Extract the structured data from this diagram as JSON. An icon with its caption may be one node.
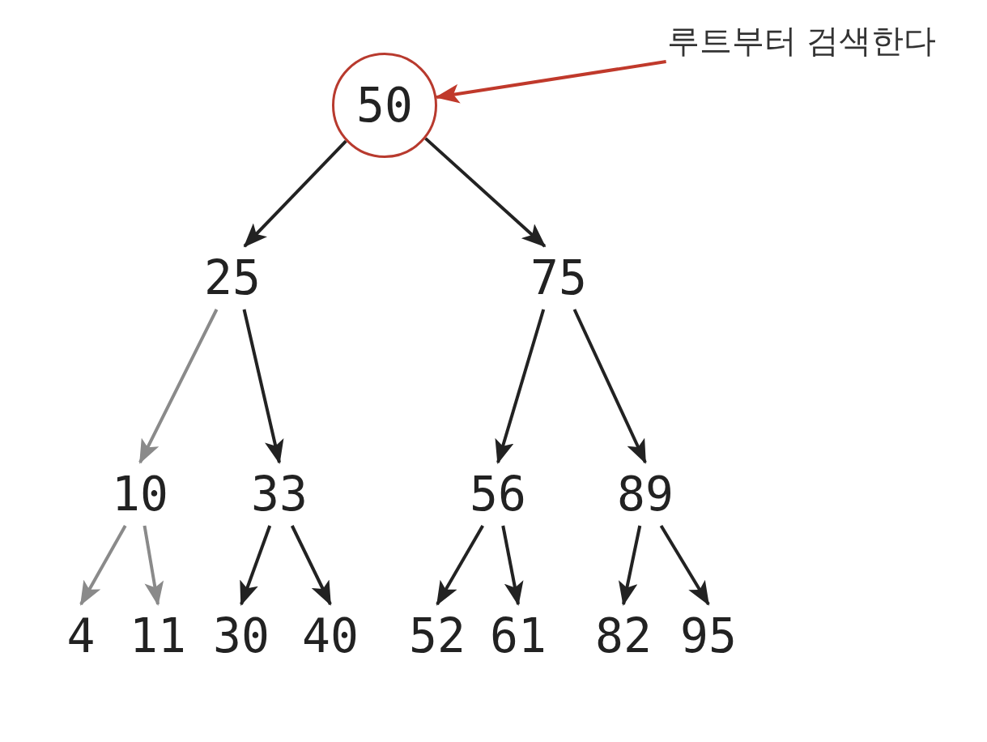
{
  "diagram": {
    "nodes": [
      {
        "text": [
          "50"
        ]
      },
      {
        "text": [
          "25"
        ]
      },
      {
        "text": [
          "75"
        ]
      },
      {
        "text": [
          "10"
        ]
      },
      {
        "text": [
          "33"
        ]
      },
      {
        "text": [
          "56"
        ]
      },
      {
        "text": [
          "89"
        ]
      },
      {
        "text": [
          "4"
        ]
      },
      {
        "text": [
          "11"
        ]
      },
      {
        "text": [
          "30"
        ]
      },
      {
        "text": [
          "40"
        ]
      },
      {
        "text": [
          "52"
        ]
      },
      {
        "text": [
          "61"
        ]
      },
      {
        "text": [
          "82"
        ]
      },
      {
        "text": [
          "95"
        ]
      },
      {
        "text": [
          "루트부터 검색한다"
        ]
      }
    ],
    "edges": [
      {
        "from": 0,
        "to": 1,
        "arrow": "to"
      },
      {
        "from": 0,
        "to": 2,
        "arrow": "to"
      },
      {
        "from": 1,
        "to": 3,
        "arrow": "to",
        "color": "#8a8a8a"
      },
      {
        "from": 1,
        "to": 4,
        "arrow": "to"
      },
      {
        "from": 2,
        "to": 5,
        "arrow": "to"
      },
      {
        "from": 2,
        "to": 6,
        "arrow": "to"
      },
      {
        "from": 3,
        "to": 7,
        "arrow": "to",
        "color": "#8a8a8a"
      },
      {
        "from": 3,
        "to": 8,
        "arrow": "to",
        "color": "#8a8a8a"
      },
      {
        "from": 4,
        "to": 9,
        "arrow": "to"
      },
      {
        "from": 4,
        "to": 10,
        "arrow": "to"
      },
      {
        "from": 5,
        "to": 11,
        "arrow": "to"
      },
      {
        "from": 5,
        "to": 12,
        "arrow": "to"
      },
      {
        "from": 6,
        "to": 13,
        "arrow": "to"
      },
      {
        "from": 6,
        "to": 14,
        "arrow": "to"
      },
      {
        "from": 15,
        "to": 0,
        "arrow": "to",
        "color": "#c0392b"
      }
    ]
  }
}
